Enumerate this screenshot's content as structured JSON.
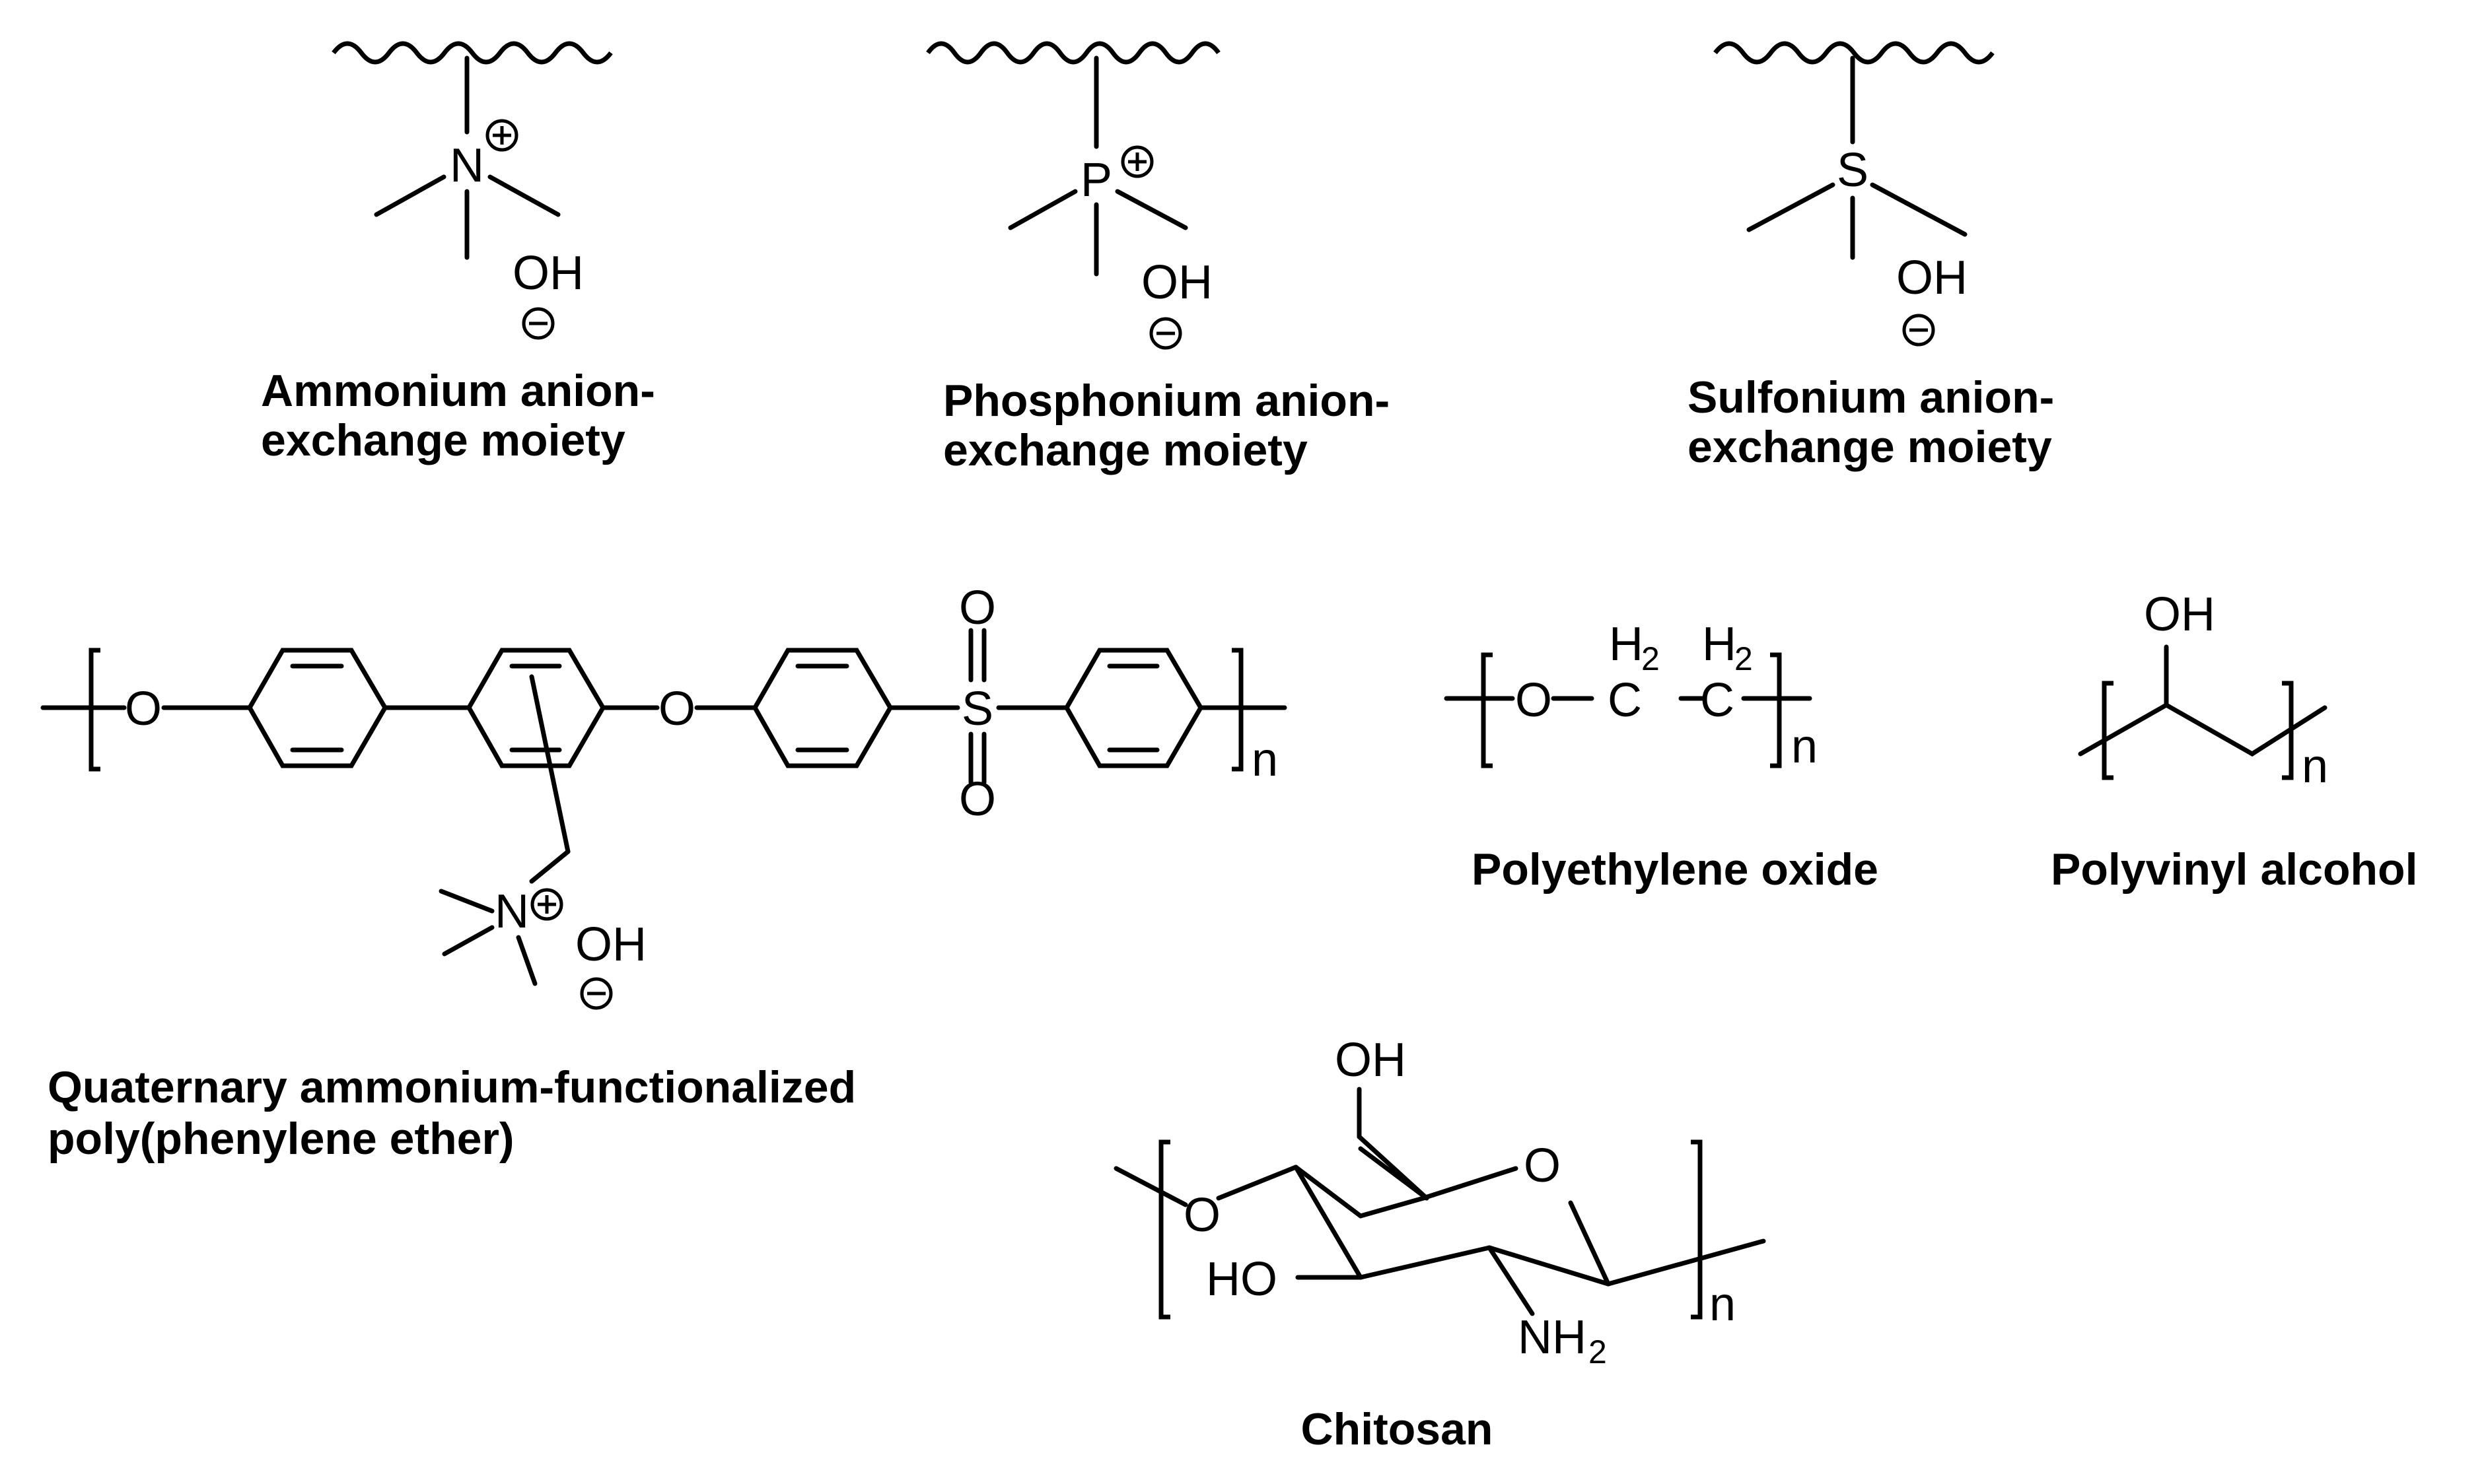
{
  "atoms": {
    "N": "N",
    "P": "P",
    "S": "S",
    "O": "O",
    "C": "C",
    "OH": "OH",
    "HO": "HO",
    "H": "H",
    "NH": "NH",
    "sub2": "2",
    "n": "n"
  },
  "captions": {
    "ammonium_line1": "Ammonium anion-",
    "ammonium_line2": "exchange moiety",
    "phosphonium_line1": "Phosphonium anion-",
    "phosphonium_line2": "exchange moiety",
    "sulfonium_line1": "Sulfonium anion-",
    "sulfonium_line2": "exchange moiety",
    "qappe_line1": "Quaternary ammonium-functionalized",
    "qappe_line2": "poly(phenylene ether)",
    "peo": "Polyethylene oxide",
    "pva": "Polyvinyl alcohol",
    "chitosan": "Chitosan"
  }
}
